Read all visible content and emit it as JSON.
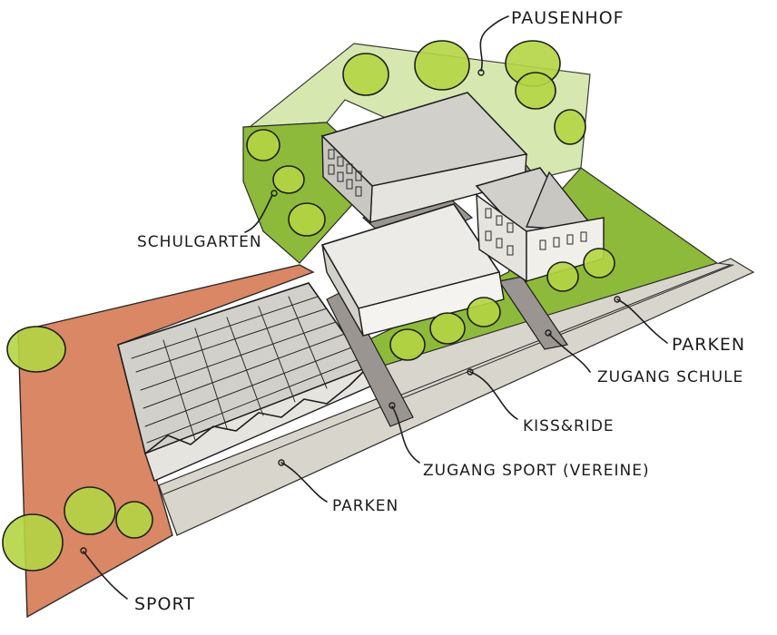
{
  "labels": {
    "pausenhof": "PAUSENHOF",
    "schulgarten": "SCHULGARTEN",
    "parken_right": "PARKEN",
    "zugang_schule": "ZUGANG SCHULE",
    "kiss_ride": "KISS&RIDE",
    "zugang_sport": "ZUGANG SPORT (VEREINE)",
    "parken_bottom": "PARKEN",
    "sport": "SPORT"
  },
  "colors": {
    "lawn": "#8dba3a",
    "light_lawn": "#d6e8b0",
    "tree": "#b4d544",
    "sport_field": "#d98765",
    "road": "#d8d5cc",
    "roof": "#d2d0cb",
    "deck": "#9a9590"
  }
}
